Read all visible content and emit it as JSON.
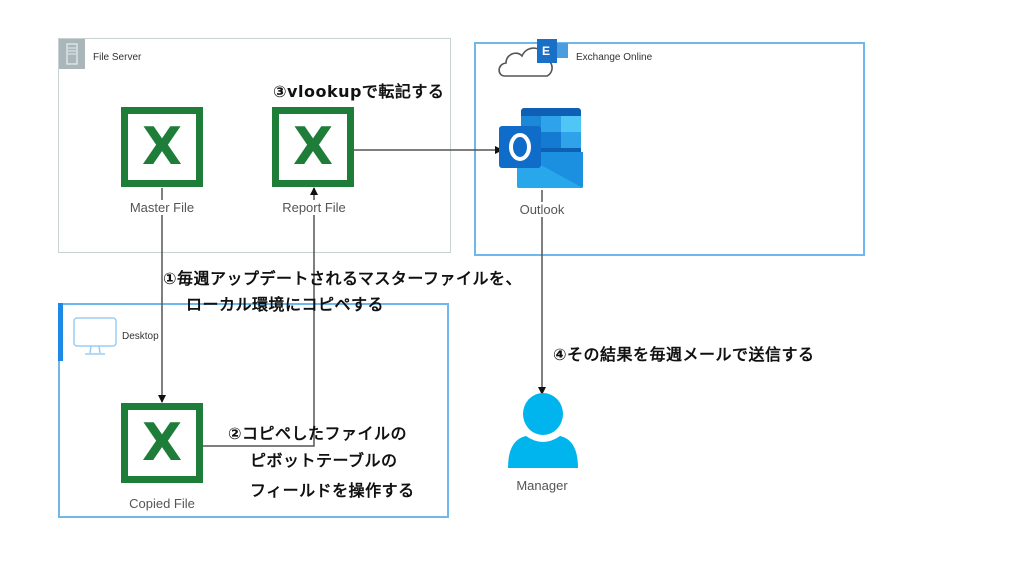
{
  "groups": {
    "file_server": "File Server",
    "exchange_online": "Exchange Online",
    "desktop": "Desktop"
  },
  "nodes": {
    "master_file": "Master File",
    "report_file": "Report File",
    "copied_file": "Copied File",
    "outlook": "Outlook",
    "manager": "Manager"
  },
  "annotations": {
    "step1_line1": "①毎週アップデートされるマスターファイルを、",
    "step1_line2": "ローカル環境にコピペする",
    "step2_line1": "②コピペしたファイルの",
    "step2_line2": "ピボットテーブルの",
    "step2_line3": "フィールドを操作する",
    "step3": "③vlookupで転記する",
    "step4": "④その結果を毎週メールで送信する"
  },
  "icons": {
    "excel_letter": "X",
    "outlook_letter": "O",
    "exchange_letter": "E"
  },
  "colors": {
    "excel_green": "#1f7d3a",
    "outlook_blue": "#1a78d4",
    "manager_blue": "#00b4ee",
    "group_border_blue": "#6eb8ec",
    "group_border_gray": "#c9d1d3"
  }
}
